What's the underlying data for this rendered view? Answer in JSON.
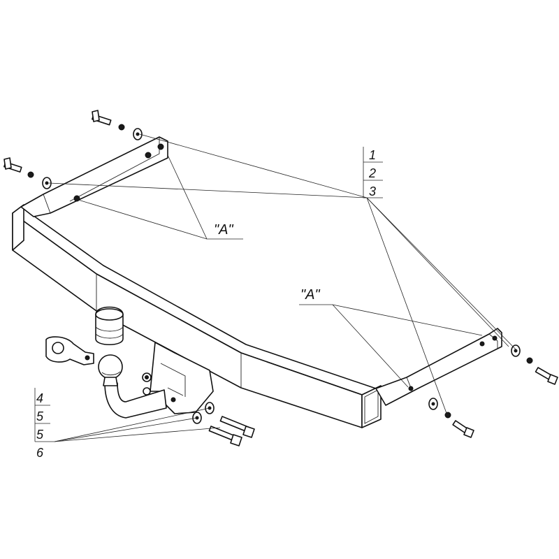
{
  "callouts": {
    "numbers_right": [
      "1",
      "2",
      "3"
    ],
    "numbers_left": [
      "4",
      "5",
      "5",
      "6"
    ],
    "view_label_left": "\"A\"",
    "view_label_right": "\"A\""
  },
  "colors": {
    "line": "#111111",
    "background": "#ffffff"
  }
}
